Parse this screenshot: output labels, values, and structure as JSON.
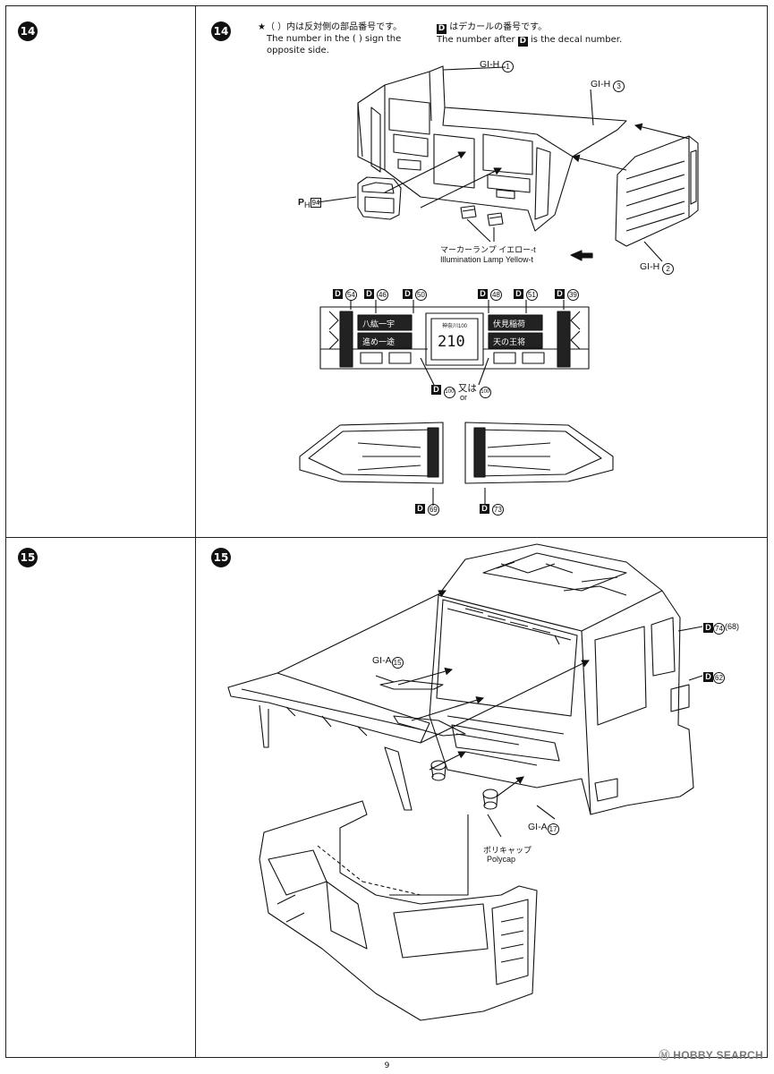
{
  "steps": {
    "a": "14",
    "b": "15"
  },
  "notes": {
    "star_jp": "★（  ）内は反対側の部品番号です。",
    "star_en1": "The number in the (    ) sign the",
    "star_en2": "opposite side.",
    "decal_jp": "はデカールの番号です。",
    "decal_en_pre": "The number after",
    "decal_en_post": "is the decal number.",
    "d_glyph": "D"
  },
  "step14": {
    "gi_h1": "GI-H",
    "gi_h1_n": "1",
    "gi_h3": "GI-H",
    "gi_h3_n": "3",
    "gi_h2": "GI-H",
    "gi_h2_n": "2",
    "ph": "P",
    "ph_sub": "H",
    "ph_n": "94",
    "marker_jp": "マーカーランプ イエロー-t",
    "marker_en": "Illumination Lamp Yellow-t",
    "decals_top": [
      "54",
      "46",
      "50",
      "48",
      "51",
      "39"
    ],
    "plate_text": "210",
    "plate_small": "神奈川100",
    "or_jp": "又は",
    "or_en": "or",
    "decal_plate_a": "100",
    "decal_plate_b": "100",
    "decal_side_l": "69",
    "decal_side_r": "73",
    "panel_l_top": "八紘一宇",
    "panel_l_bot": "進め一途",
    "panel_r_top": "伏見稲荷",
    "panel_r_bot": "天の王将"
  },
  "step15": {
    "gi_a15": "GI-A",
    "gi_a15_n": "15",
    "gi_a17": "GI-A",
    "gi_a17_n": "17",
    "polycap_jp": "ポリキャップ",
    "polycap_en": "Polycap",
    "decal_74": "74",
    "decal_68": "(68)",
    "decal_62": "62"
  },
  "footer": {
    "page": "9",
    "watermark_mark": "Ⓜ",
    "watermark": "HOBBY SEARCH"
  }
}
